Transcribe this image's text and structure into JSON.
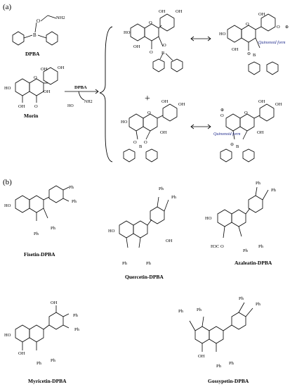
{
  "panels": {
    "a": "(a)",
    "b": "(b)"
  },
  "panel_a": {
    "dpba_label": "DPBA",
    "morin_label": "Morin",
    "arrow_label": "DPBA",
    "nh2": "NH2",
    "ho": "HO",
    "quinonoid_top": "Quinonoid form",
    "quinonoid_bottom": "Quinonoid form",
    "plus": "+",
    "atoms": {
      "O": "O",
      "OH": "OH",
      "HO": "HO",
      "B": "B",
      "plus_sign": "⊕",
      "minus_sign": "⊖"
    }
  },
  "panel_b": {
    "compounds": [
      {
        "name": "Fisetin-DPBA"
      },
      {
        "name": "Quercetin-DPBA"
      },
      {
        "name": "Azaleatin-DPBA"
      },
      {
        "name": "Myricetin-DPBA"
      },
      {
        "name": "Gossypetin-DPBA"
      }
    ],
    "ph": "Ph",
    "h3co": "H3C",
    "o": "O"
  },
  "colors": {
    "ink": "#000000",
    "quinonoid": "#1f2a8c"
  }
}
